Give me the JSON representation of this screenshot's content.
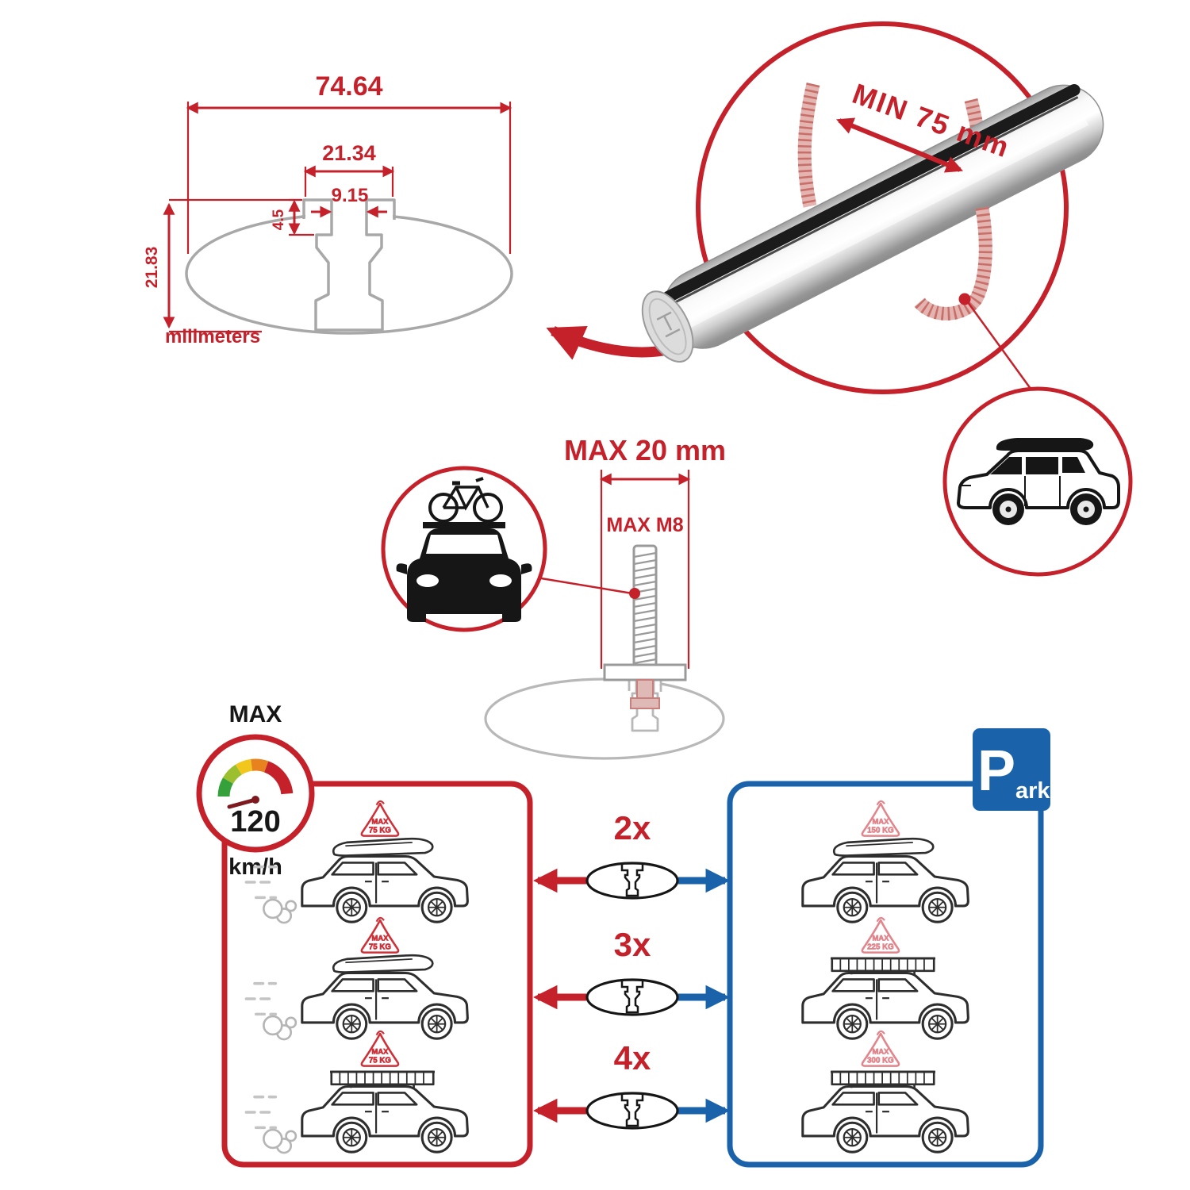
{
  "colors": {
    "red": "#c5212b",
    "blue": "#1a63ab",
    "profile_gray": "#a8a8a8",
    "black": "#161616",
    "tag_red": "#cf3038",
    "tag_pink": "#e2848b"
  },
  "cross_section": {
    "total_width": "74.64",
    "channel_width": "21.34",
    "slot_width": "9.15",
    "slot_depth": "4.5",
    "total_height": "21.83",
    "units": "milimeters"
  },
  "bar_detail": {
    "min_span": "MIN 75 mm"
  },
  "bolt_detail": {
    "max_width": "MAX 20 mm",
    "max_thread": "MAX M8"
  },
  "speedometer": {
    "label": "MAX",
    "value": "120",
    "units": "km/h"
  },
  "parking_sign": {
    "letter": "P",
    "rest": "ark"
  },
  "rows": [
    {
      "count": "2x",
      "drive": {
        "label": "MAX",
        "value": "75 KG"
      },
      "park": {
        "label": "MAX",
        "value": "150 KG"
      }
    },
    {
      "count": "3x",
      "drive": {
        "label": "MAX",
        "value": "75 KG"
      },
      "park": {
        "label": "MAX",
        "value": "225 KG"
      }
    },
    {
      "count": "4x",
      "drive": {
        "label": "MAX",
        "value": "75 KG"
      },
      "park": {
        "label": "MAX",
        "value": "300 KG"
      }
    }
  ]
}
